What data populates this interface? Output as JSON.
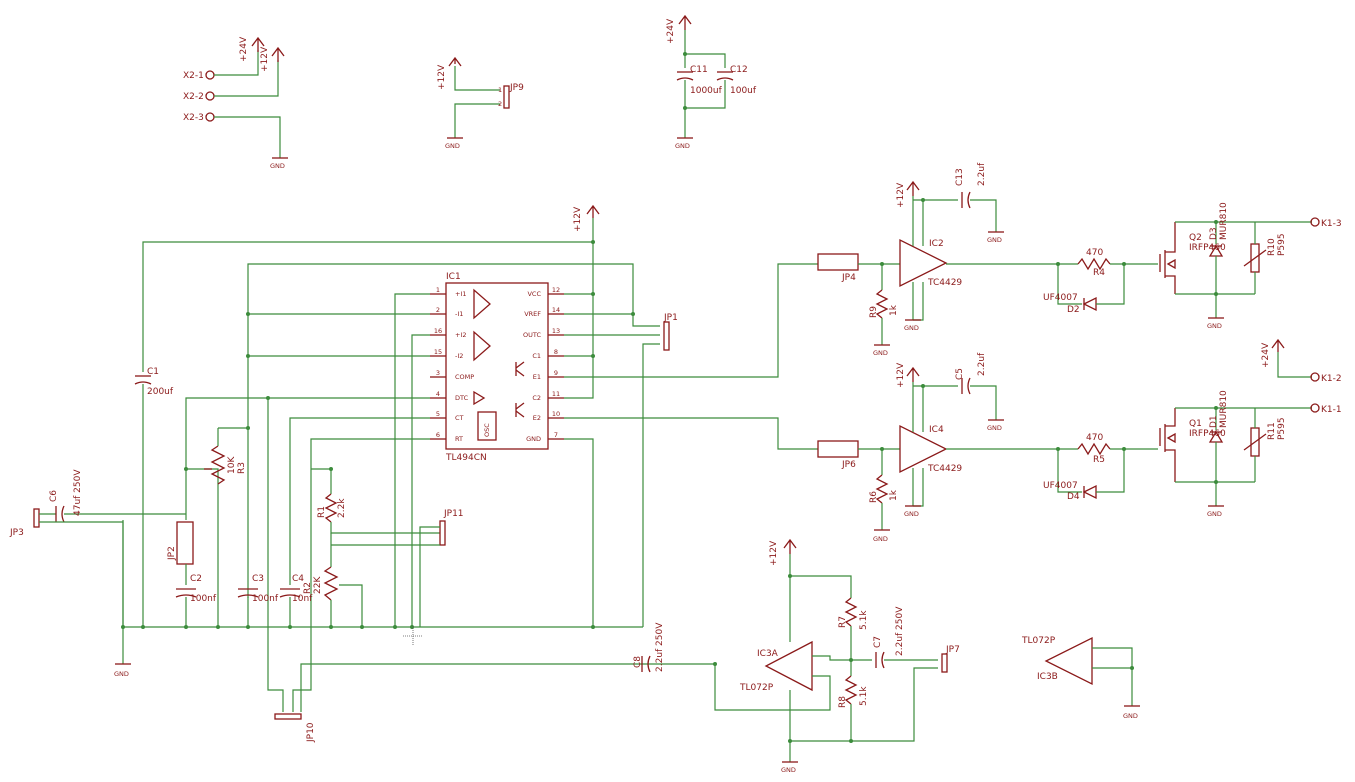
{
  "supplies": {
    "plus24": "+24V",
    "plus12": "+12V",
    "gnd": "GND"
  },
  "ic1": {
    "name": "IC1",
    "part": "TL494CN",
    "left_pins": [
      {
        "num": "1",
        "name": "+I1"
      },
      {
        "num": "2",
        "name": "-I1"
      },
      {
        "num": "16",
        "name": "+I2"
      },
      {
        "num": "15",
        "name": "-I2"
      },
      {
        "num": "3",
        "name": "COMP"
      },
      {
        "num": "4",
        "name": "DTC"
      },
      {
        "num": "5",
        "name": "CT"
      },
      {
        "num": "6",
        "name": "RT"
      }
    ],
    "right_pins": [
      {
        "num": "12",
        "name": "VCC"
      },
      {
        "num": "14",
        "name": "VREF"
      },
      {
        "num": "13",
        "name": "OUTC"
      },
      {
        "num": "8",
        "name": "C1"
      },
      {
        "num": "9",
        "name": "E1"
      },
      {
        "num": "11",
        "name": "C2"
      },
      {
        "num": "10",
        "name": "E2"
      },
      {
        "num": "7",
        "name": "GND"
      }
    ],
    "osc_label": "OSC"
  },
  "connectors": {
    "x2_1": "X2-1",
    "x2_2": "X2-2",
    "x2_3": "X2-3",
    "k1_1": "K1-1",
    "k1_2": "K1-2",
    "k1_3": "K1-3",
    "jp1": "JP1",
    "jp2": "JP2",
    "jp3": "JP3",
    "jp4": "JP4",
    "jp6": "JP6",
    "jp7": "JP7",
    "jp9": "JP9",
    "jp10": "JP10",
    "jp11": "JP11"
  },
  "capacitors": {
    "c1": {
      "name": "C1",
      "value": "200uf"
    },
    "c2": {
      "name": "C2",
      "value": "100nf"
    },
    "c3": {
      "name": "C3",
      "value": "100nf"
    },
    "c4": {
      "name": "C4",
      "value": "10nf"
    },
    "c5": {
      "name": "C5",
      "value": "2.2uf"
    },
    "c6": {
      "name": "C6",
      "value": "47uf 250V"
    },
    "c7": {
      "name": "C7",
      "value": "2.2uf 250V"
    },
    "c8": {
      "name": "C8",
      "value": "2.2uf 250V"
    },
    "c11": {
      "name": "C11",
      "value": "1000uf"
    },
    "c12": {
      "name": "C12",
      "value": "100uf"
    },
    "c13": {
      "name": "C13",
      "value": "2.2uf"
    }
  },
  "resistors": {
    "r1": {
      "name": "R1",
      "value": "2.2k"
    },
    "r2": {
      "name": "R2",
      "value": "22K"
    },
    "r3": {
      "name": "R3",
      "value": "10K"
    },
    "r4": {
      "name": "R4",
      "value": "470"
    },
    "r5": {
      "name": "R5",
      "value": "470"
    },
    "r6": {
      "name": "R6",
      "value": "1k"
    },
    "r7": {
      "name": "R7",
      "value": "5.1k"
    },
    "r8": {
      "name": "R8",
      "value": "5.1k"
    },
    "r9": {
      "name": "R9",
      "value": "1k"
    },
    "r10": {
      "name": "R10",
      "value": "P595"
    },
    "r11": {
      "name": "R11",
      "value": "P595"
    }
  },
  "drivers": {
    "ic2": {
      "name": "IC2",
      "part": "TC4429"
    },
    "ic4": {
      "name": "IC4",
      "part": "TC4429"
    }
  },
  "opamps": {
    "ic3a": {
      "name": "IC3A",
      "part": "TL072P"
    },
    "ic3b": {
      "name": "IC3B",
      "part": "TL072P"
    }
  },
  "transistors": {
    "q1": {
      "name": "Q1",
      "part": "IRFP460"
    },
    "q2": {
      "name": "Q2",
      "part": "IRFP460"
    }
  },
  "diodes": {
    "d1": {
      "name": "D1",
      "part": "MUR810"
    },
    "d2": {
      "name": "D2",
      "part": "UF4007"
    },
    "d3": {
      "name": "D3",
      "part": "MUR810"
    },
    "d4": {
      "name": "D4",
      "part": "UF4007"
    }
  }
}
